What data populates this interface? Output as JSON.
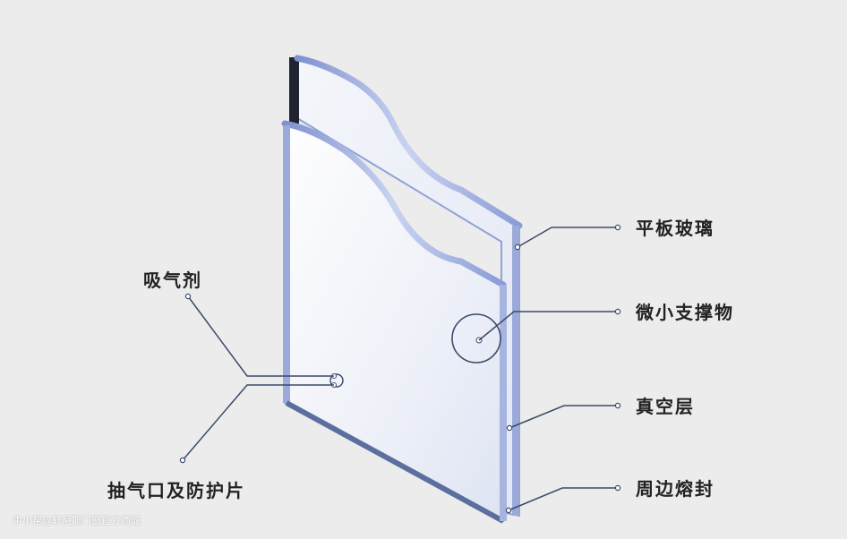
{
  "labels": {
    "flat_glass": "平板玻璃",
    "micro_support": "微小支撑物",
    "vacuum_layer": "真空层",
    "edge_seal": "周边熔封",
    "getter": "吸气剂",
    "pump_port": "抽气口及防护片"
  },
  "watermark": "中小帮@轩尼斯门窗官方商城",
  "colors": {
    "background": "#ececec",
    "glass_edge": "#8fa2d8",
    "leader_line": "#3b4a6b",
    "text": "#222222"
  }
}
